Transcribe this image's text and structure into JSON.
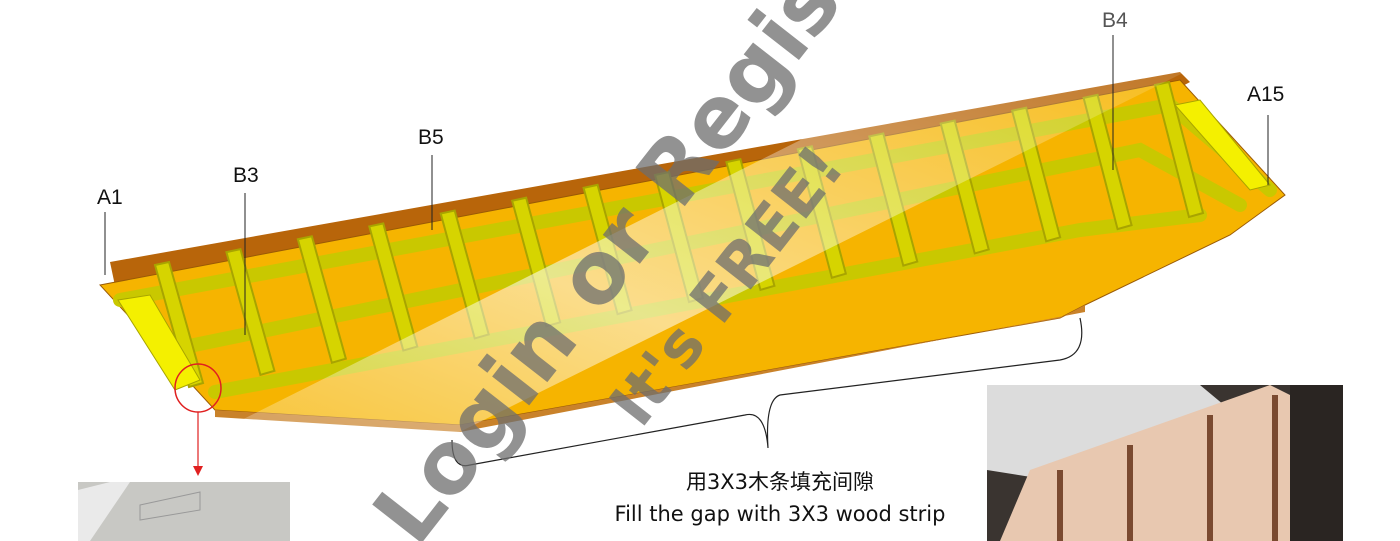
{
  "labels": {
    "a1": "A1",
    "b3": "B3",
    "b5": "B5",
    "b4": "B4",
    "a15": "A15"
  },
  "caption": {
    "zh": "用3X3木条填充间隙",
    "en": "Fill the gap with 3X3 wood strip"
  },
  "watermark": {
    "line1": "Login or Register",
    "line2": "It's FREE!"
  },
  "colors": {
    "floor": "#f6b400",
    "wall": "#b8650a",
    "frame": "#c9c800",
    "marker": "#e02020"
  }
}
